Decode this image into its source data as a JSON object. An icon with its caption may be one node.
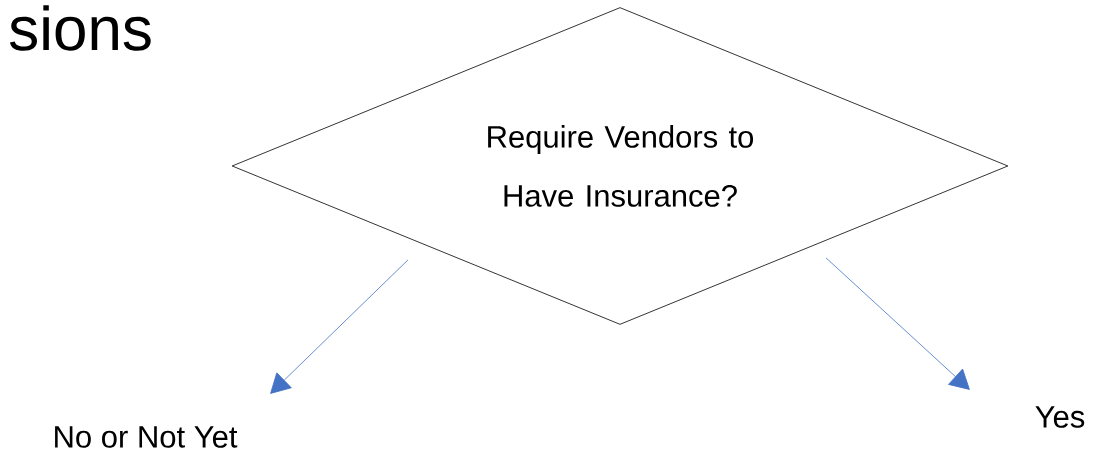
{
  "diagram": {
    "title": "sions",
    "nodes": [
      {
        "text": [
          "Require Vendors to Have Insurance?"
        ]
      },
      {
        "text": [
          "No or Not Yet"
        ]
      },
      {
        "text": [
          "Yes"
        ]
      }
    ],
    "edges": [
      {
        "from": 0,
        "to": 1,
        "arrow": "to"
      },
      {
        "from": 0,
        "to": 2,
        "arrow": "to"
      }
    ]
  }
}
